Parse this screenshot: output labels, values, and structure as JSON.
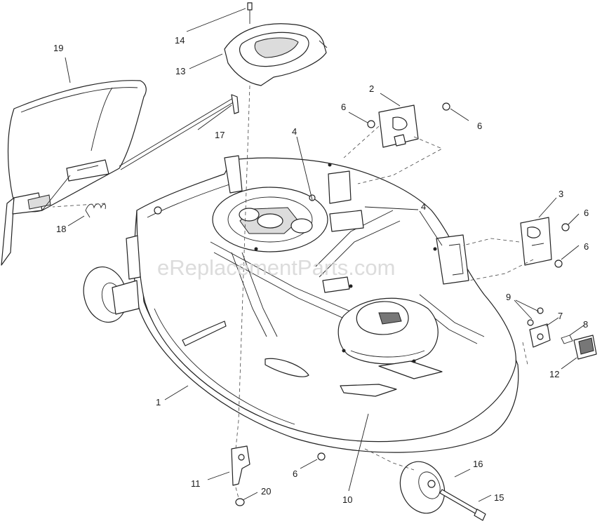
{
  "diagram": {
    "watermark": "eReplacementParts.com",
    "callouts": {
      "c1": "1",
      "c2": "2",
      "c3": "3",
      "c4a": "4",
      "c4b": "4",
      "c6a": "6",
      "c6b": "6",
      "c6c": "6",
      "c6d": "6",
      "c6e": "6",
      "c7": "7",
      "c8": "8",
      "c9": "9",
      "c10": "10",
      "c11": "11",
      "c12": "12",
      "c13": "13",
      "c14": "14",
      "c15": "15",
      "c16": "16",
      "c17": "17",
      "c18": "18",
      "c19": "19",
      "c20": "20"
    }
  }
}
